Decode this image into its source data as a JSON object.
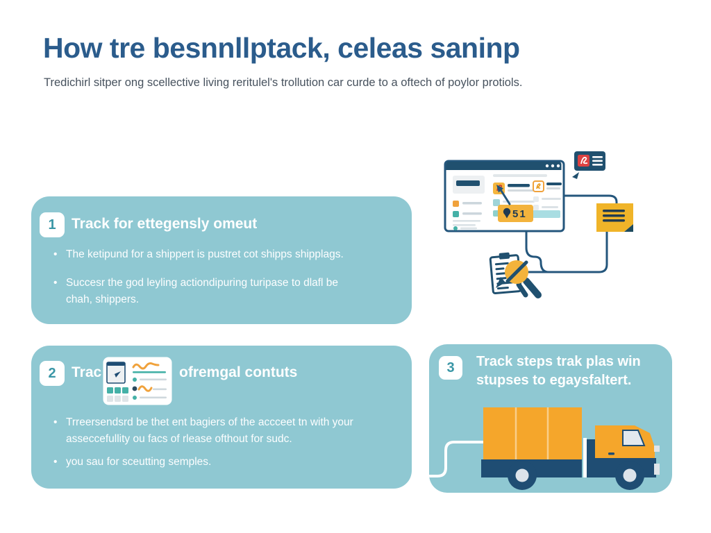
{
  "header": {
    "title": "How tre besnnllptack, celeas saninp",
    "subtitle": "Tredichirl sitper ong scellective living reritulel's trollution car curde to a oftech of poylor protiols."
  },
  "steps": {
    "one": {
      "number": "1",
      "heading": "Track for ettegensly omeut",
      "bullet1": "The ketipund for a shippert is pustret cot shipps shipplags.",
      "bullet2": "Succesr the god leyling actiondipuring turipase to dlafl be chah, shippers."
    },
    "two": {
      "number": "2",
      "heading_prefix": "Trac",
      "heading_suffix": "ofremgal contuts",
      "bullet1": "Trreersendsrd be thet ent bagiers of the accceet tn with your asseccefullity ou facs of rlease ofthout for sudc.",
      "bullet2": "you sau for sceutting semples."
    },
    "three": {
      "number": "3",
      "heading_line1": "Track steps trak plas win",
      "heading_line2": "stupses to egaysfaltert."
    }
  },
  "illustration": {
    "counter_badge": "51",
    "icons": [
      "browser-window",
      "notification-bubble",
      "sticky-note",
      "clipboard",
      "magnifier-icon",
      "cursor-arrow-icon",
      "delivery-truck",
      "dashboard-card"
    ]
  },
  "colors": {
    "title_blue": "#2b5c8c",
    "panel_teal": "#8fc8d2",
    "illustration_navy": "#1f4d73",
    "yellow": "#f3b33c",
    "orange": "#f5a62b",
    "red": "#dd4242",
    "teal_icon": "#45b1a7"
  }
}
